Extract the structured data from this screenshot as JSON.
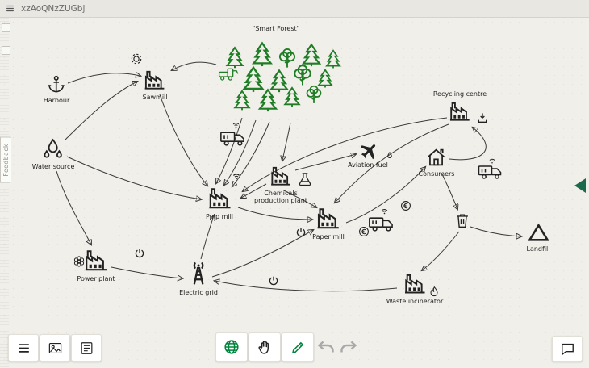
{
  "window": {
    "title": "xzAoQNzZUGbj"
  },
  "left_panel": {
    "feedback_label": "Feedback"
  },
  "diagram": {
    "forest_title": "\"Smart Forest\"",
    "nodes": [
      {
        "id": "harbour",
        "label": "Harbour"
      },
      {
        "id": "sawmill",
        "label": "Sawmill"
      },
      {
        "id": "water-source",
        "label": "Water source"
      },
      {
        "id": "pulp-mill",
        "label": "Pulp mill"
      },
      {
        "id": "chemicals-plant",
        "label": "Chemicals production plant"
      },
      {
        "id": "aviation-fuel",
        "label": "Aviation fuel"
      },
      {
        "id": "consumers",
        "label": "Consumers"
      },
      {
        "id": "recycling-centre",
        "label": "Recycling centre"
      },
      {
        "id": "paper-mill",
        "label": "Paper mill"
      },
      {
        "id": "landfill",
        "label": "Landfill"
      },
      {
        "id": "power-plant",
        "label": "Power plant"
      },
      {
        "id": "electric-grid",
        "label": "Electric grid"
      },
      {
        "id": "waste-incinerator",
        "label": "Waste incinerator"
      }
    ],
    "standalone_icons": [
      "gear-icon",
      "harvester-icon",
      "truck-icon",
      "truck-icon",
      "truck-icon",
      "flask-icon",
      "water-drop-icon",
      "signal-icon",
      "power-icon",
      "euro-icon",
      "trash-bin-icon",
      "download-tray-icon",
      "fire-icon",
      "flower-icon",
      "anchor-icon",
      "water-drops-icon",
      "plane-icon",
      "house-icon",
      "radio-tower-icon",
      "landfill-triangle-icon"
    ]
  },
  "toolbar": {
    "left": [
      "list-button",
      "image-button",
      "note-button"
    ],
    "center": [
      "globe-button",
      "hand-button",
      "pencil-button",
      "undo-button",
      "redo-button"
    ],
    "right": [
      "chat-button"
    ],
    "topbar_icon": "hamburger-menu-icon"
  },
  "colors": {
    "tree_green": "#1f7d26",
    "accent_green": "#00843d",
    "tab_green": "#1a6b4d",
    "canvas_bg": "#f1efe9",
    "topbar_bg": "#e9e7e2",
    "edge": "#3a3a3a"
  }
}
